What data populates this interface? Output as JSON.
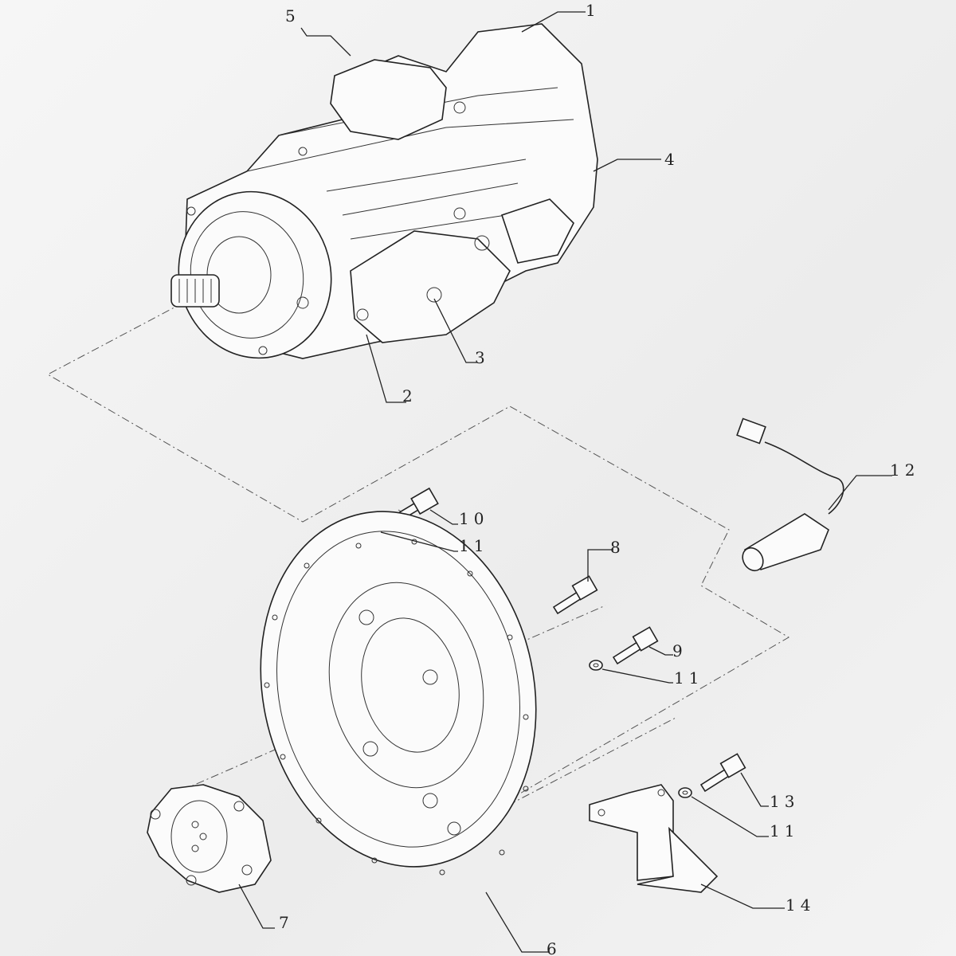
{
  "diagram": {
    "type": "exploded parts diagram",
    "callouts": [
      {
        "id": "c1",
        "label": "1"
      },
      {
        "id": "c5",
        "label": "5"
      },
      {
        "id": "c4",
        "label": "4"
      },
      {
        "id": "c3",
        "label": "3"
      },
      {
        "id": "c2",
        "label": "2"
      },
      {
        "id": "c12",
        "label": "12"
      },
      {
        "id": "c10",
        "label": "10"
      },
      {
        "id": "c11a",
        "label": "11"
      },
      {
        "id": "c8",
        "label": "8"
      },
      {
        "id": "c9",
        "label": "9"
      },
      {
        "id": "c11b",
        "label": "11"
      },
      {
        "id": "c13",
        "label": "13"
      },
      {
        "id": "c11c",
        "label": "11"
      },
      {
        "id": "c14",
        "label": "14"
      },
      {
        "id": "c7",
        "label": "7"
      },
      {
        "id": "c6",
        "label": "6"
      }
    ]
  }
}
